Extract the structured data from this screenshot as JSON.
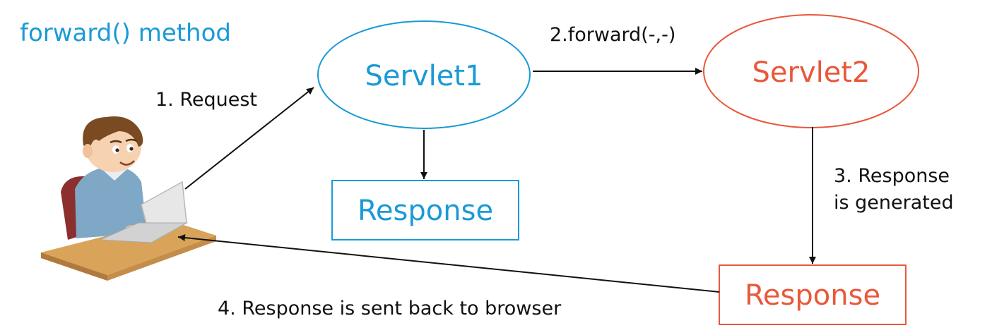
{
  "title": "forward() method",
  "nodes": {
    "servlet1": {
      "label": "Servlet1"
    },
    "servlet2": {
      "label": "Servlet2"
    },
    "response1": {
      "label": "Response"
    },
    "response2": {
      "label": "Response"
    }
  },
  "edges": {
    "request": {
      "label": "1. Request"
    },
    "forward": {
      "label": "2.forward(-,-)"
    },
    "generated": {
      "line1": "3. Response",
      "line2": "is generated"
    },
    "sent_back": {
      "label": "4. Response is sent back to browser"
    }
  },
  "colors": {
    "blue": "#1a9ad6",
    "orange": "#e8583a",
    "arrow": "#111111"
  },
  "illustration": {
    "icon": "user-at-laptop-icon"
  }
}
